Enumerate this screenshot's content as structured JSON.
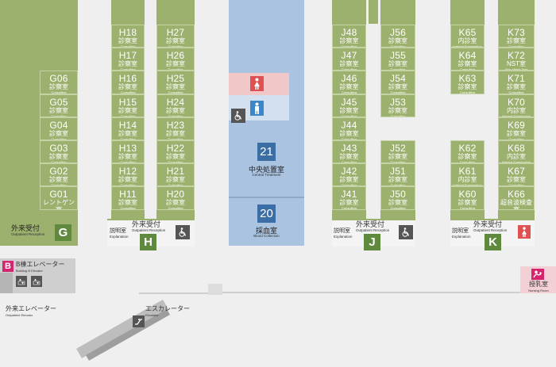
{
  "blocks": {
    "G": {
      "letter": "G",
      "reception": "外来受付",
      "reception_en": "Outpatient Reception",
      "rooms": [
        {
          "code": "G06",
          "jp": "診察室",
          "en": "Consulting"
        },
        {
          "code": "G05",
          "jp": "診察室",
          "en": "Consulting"
        },
        {
          "code": "G04",
          "jp": "診察室",
          "en": "Consulting"
        },
        {
          "code": "G03",
          "jp": "診察室",
          "en": "Consulting"
        },
        {
          "code": "G02",
          "jp": "診察室",
          "en": "Consulting"
        },
        {
          "code": "G01",
          "jp": "レントゲン室",
          "en": "X-ray"
        }
      ]
    },
    "H": {
      "letter": "H",
      "reception": "外来受付",
      "reception_en": "Outpatient Reception",
      "explain": "説明室",
      "explain_en": "Explanation",
      "left": [
        {
          "code": "H18",
          "jp": "診察室",
          "en": "Consulting"
        },
        {
          "code": "H17",
          "jp": "診察室",
          "en": "Consulting"
        },
        {
          "code": "H16",
          "jp": "診察室",
          "en": "Consulting"
        },
        {
          "code": "H15",
          "jp": "診察室",
          "en": "Consulting"
        },
        {
          "code": "H14",
          "jp": "診察室",
          "en": "Consulting"
        },
        {
          "code": "H13",
          "jp": "診察室",
          "en": "Consulting"
        },
        {
          "code": "H12",
          "jp": "診察室",
          "en": "Consulting"
        },
        {
          "code": "H11",
          "jp": "診察室",
          "en": "Consulting"
        }
      ],
      "right": [
        {
          "code": "H27",
          "jp": "診察室",
          "en": "Consulting"
        },
        {
          "code": "H26",
          "jp": "診察室",
          "en": "Consulting"
        },
        {
          "code": "H25",
          "jp": "診察室",
          "en": "Consulting"
        },
        {
          "code": "H24",
          "jp": "診察室",
          "en": "Consulting"
        },
        {
          "code": "H23",
          "jp": "診察室",
          "en": "Consulting"
        },
        {
          "code": "H22",
          "jp": "診察室",
          "en": "Consulting"
        },
        {
          "code": "H21",
          "jp": "診察室",
          "en": "Consulting"
        },
        {
          "code": "H20",
          "jp": "診察室",
          "en": "Consulting"
        }
      ]
    },
    "J": {
      "letter": "J",
      "reception": "外来受付",
      "reception_en": "Outpatient Reception",
      "explain": "説明室",
      "explain_en": "Explanation",
      "left": [
        {
          "code": "J48",
          "jp": "診察室",
          "en": "Consulting"
        },
        {
          "code": "J47",
          "jp": "診察室",
          "en": "Consulting"
        },
        {
          "code": "J46",
          "jp": "診察室",
          "en": "Consulting"
        },
        {
          "code": "J45",
          "jp": "診察室",
          "en": "Consulting"
        },
        {
          "code": "J44",
          "jp": "診察室",
          "en": "Consulting"
        },
        {
          "code": "J43",
          "jp": "診察室",
          "en": "Consulting"
        },
        {
          "code": "J42",
          "jp": "診察室",
          "en": "Consulting"
        },
        {
          "code": "J41",
          "jp": "診察室",
          "en": "Consulting"
        }
      ],
      "right_top": [
        {
          "code": "J56",
          "jp": "診察室",
          "en": "Consulting"
        },
        {
          "code": "J55",
          "jp": "診察室",
          "en": "Consulting"
        },
        {
          "code": "J54",
          "jp": "診察室",
          "en": "Consulting"
        },
        {
          "code": "J53",
          "jp": "診察室",
          "en": "Consulting"
        }
      ],
      "right_bottom": [
        {
          "code": "J52",
          "jp": "診察室",
          "en": "Consulting"
        },
        {
          "code": "J51",
          "jp": "診察室",
          "en": "Consulting"
        },
        {
          "code": "J50",
          "jp": "診察室",
          "en": "Consulting"
        }
      ]
    },
    "K": {
      "letter": "K",
      "reception": "外来受付",
      "reception_en": "Outpatient Reception",
      "explain": "説明室",
      "explain_en": "Explanation",
      "left_top": [
        {
          "code": "K65",
          "jp": "内診室",
          "en": "Internal Examination"
        },
        {
          "code": "K64",
          "jp": "診察室",
          "en": "Consulting"
        },
        {
          "code": "K63",
          "jp": "診察室",
          "en": "Consulting"
        }
      ],
      "left_bottom": [
        {
          "code": "K62",
          "jp": "診察室",
          "en": "Consulting"
        },
        {
          "code": "K61",
          "jp": "内診室",
          "en": "Internal Examination"
        },
        {
          "code": "K60",
          "jp": "診察室",
          "en": "Consulting"
        }
      ],
      "right": [
        {
          "code": "K73",
          "jp": "診察室",
          "en": "Consulting"
        },
        {
          "code": "K72",
          "jp": "NST室",
          "en": "Non-stress Test"
        },
        {
          "code": "K71",
          "jp": "診察室",
          "en": "Consulting"
        },
        {
          "code": "K70",
          "jp": "内診室",
          "en": "Internal Examination"
        },
        {
          "code": "K69",
          "jp": "診察室",
          "en": "Consulting"
        },
        {
          "code": "K68",
          "jp": "内診室",
          "en": "Internal Examination"
        },
        {
          "code": "K67",
          "jp": "診察室",
          "en": "Consulting"
        },
        {
          "code": "K66",
          "jp": "超音波検査室",
          "en": "Ultrasonography"
        }
      ]
    }
  },
  "center": {
    "room21": {
      "num": "21",
      "jp": "中央処置室",
      "en": "Central Treatment"
    },
    "room20": {
      "num": "20",
      "jp": "採血室",
      "en": "Blood Collection"
    }
  },
  "misc": {
    "b_letter": "B",
    "b_elevator": "B棟エレベーター",
    "b_elevator_en": "Building B Elevator",
    "out_elevator": "外来エレベーター",
    "out_elevator_en": "Outpatient Elevator",
    "escalator": "エスカレーター",
    "escalator_en": "Escalator",
    "nursing": "授乳室",
    "nursing_en": "Nursing Room"
  },
  "colors": {
    "room_green": "#9db16f",
    "block_letter": "#5f8a3e",
    "center_blue": "#a9c3e0",
    "accent_pink": "#d6246e",
    "wc_red": "#e05050",
    "wc_blue": "#3a87c9"
  }
}
